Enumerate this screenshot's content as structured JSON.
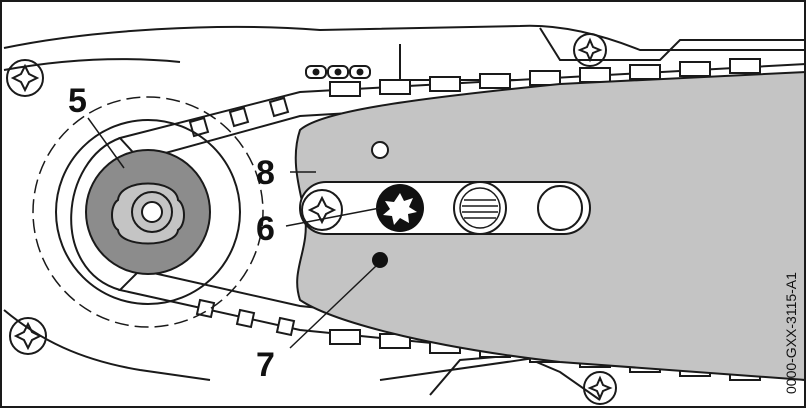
{
  "figure": {
    "callouts": {
      "c5": "5",
      "c6": "6",
      "c7": "7",
      "c8": "8"
    },
    "code": "0000-GXX-3115-A1"
  },
  "colors": {
    "line": "#1a1a1a",
    "bar_fill": "#c4c4c4",
    "sprocket_fill": "#8c8c8c",
    "background": "#ffffff"
  },
  "icons": [
    "torx-screw-icon",
    "bar-nut-icon",
    "sprocket-icon",
    "oil-hole-icon",
    "tensioner-slider-icon"
  ]
}
